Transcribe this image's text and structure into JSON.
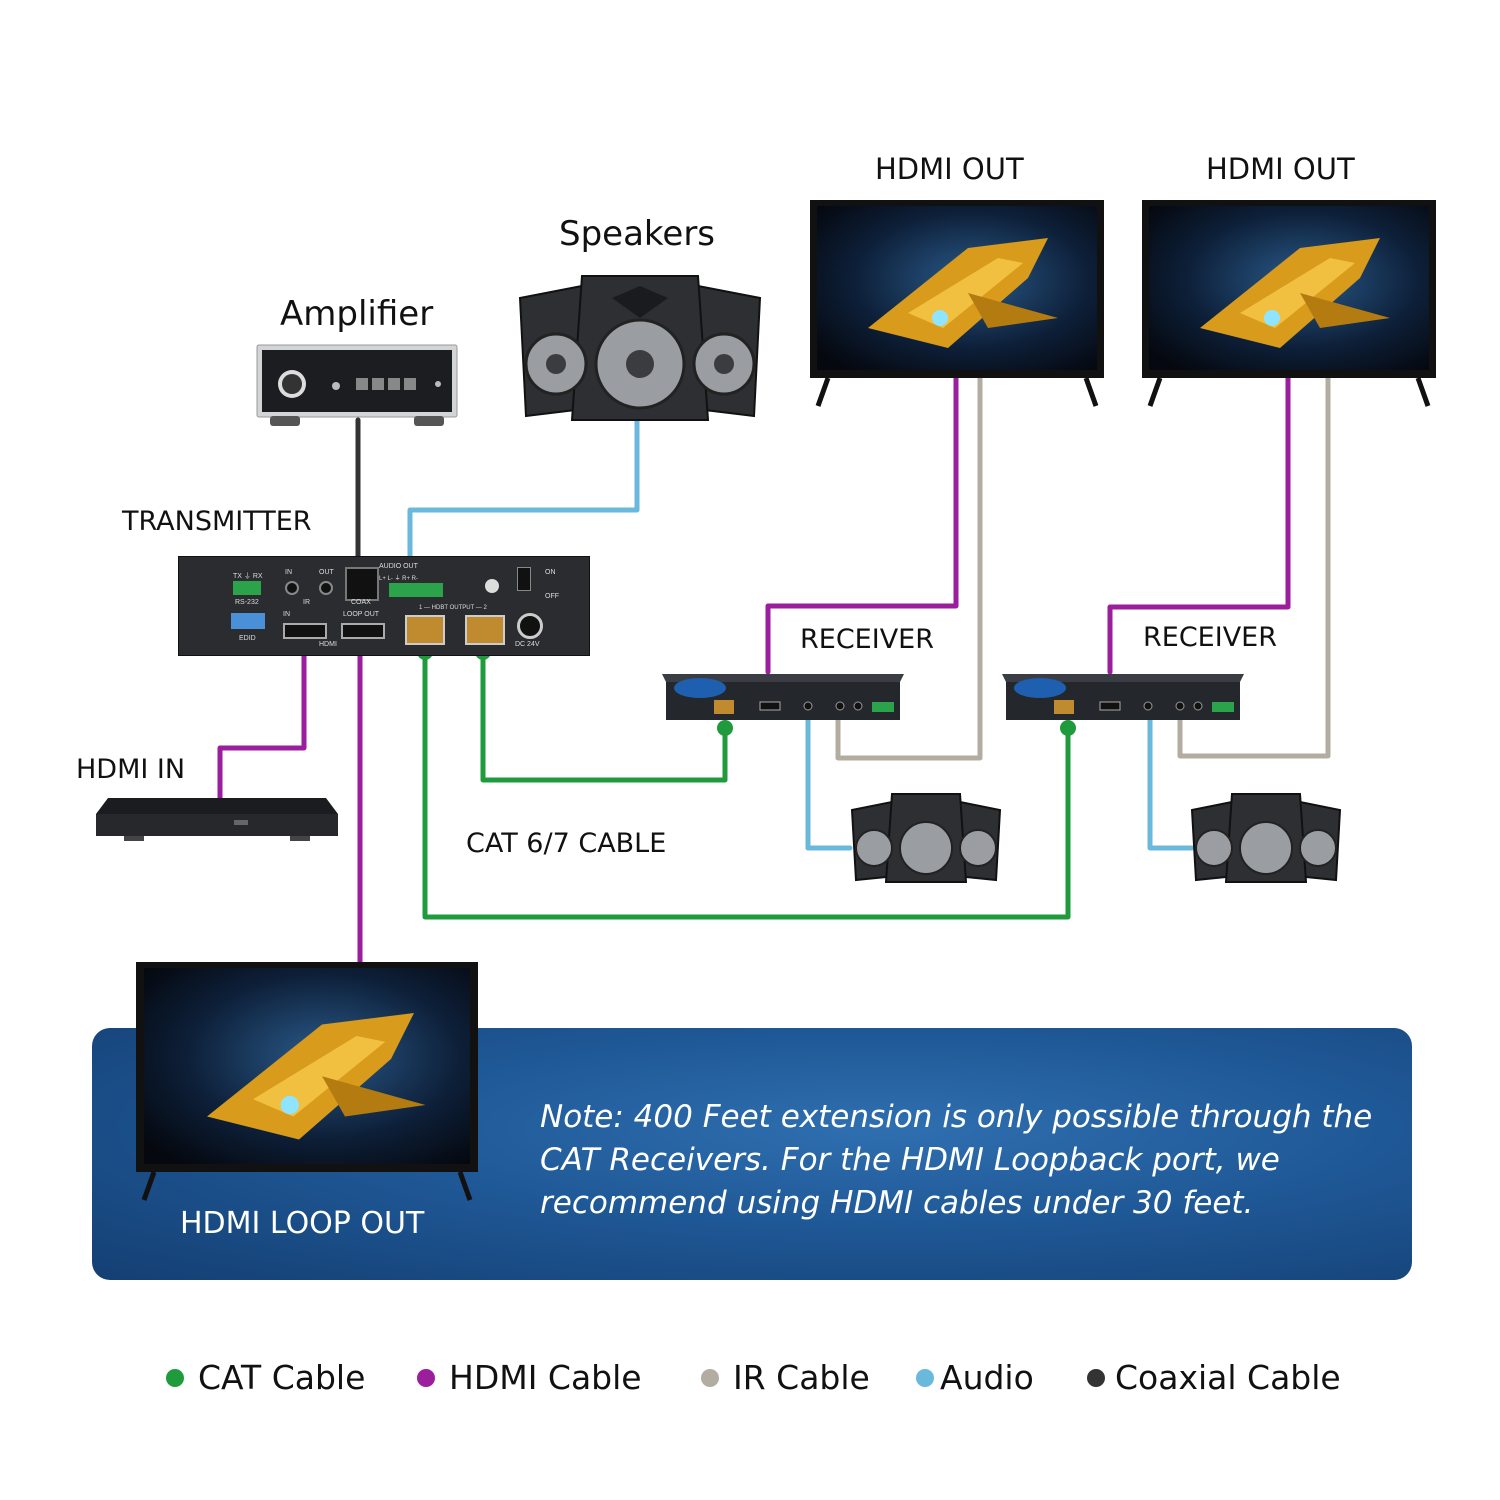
{
  "labels": {
    "hdmi_out_1": "HDMI OUT",
    "hdmi_out_2": "HDMI OUT",
    "speakers": "Speakers",
    "amplifier": "Amplifier",
    "transmitter": "TRANSMITTER",
    "receiver_1": "RECEIVER",
    "receiver_2": "RECEIVER",
    "hdmi_in": "HDMI IN",
    "cat_cable": "CAT 6/7 CABLE",
    "hdmi_loop_out": "HDMI LOOP OUT"
  },
  "transmitter_panel": {
    "rs232": "RS-232",
    "tx_rx": "TX ⏚ RX",
    "edid": "EDID",
    "ir": "IR",
    "ir_in": "IN",
    "ir_out": "OUT",
    "coax": "COAX",
    "audio_out": "AUDIO OUT",
    "audio_pins": "L+ L- ⏚ R+ R-",
    "hdmi": "HDMI",
    "hdmi_in": "IN",
    "loop_out": "LOOP OUT",
    "hdbt_output": "1 — HDBT OUTPUT — 2",
    "dc": "DC 24V",
    "on": "ON",
    "off": "OFF"
  },
  "note": "Note: 400 Feet extension is only possible through the CAT Receivers. For the HDMI Loopback port, we recommend using HDMI cables under 30 feet.",
  "legend": [
    {
      "label": "CAT Cable",
      "color": "#1f9a3c"
    },
    {
      "label": "HDMI Cable",
      "color": "#9b1e9d"
    },
    {
      "label": "IR Cable",
      "color": "#b3ada1"
    },
    {
      "label": "Audio",
      "color": "#6ab8dc"
    },
    {
      "label": "Coaxial Cable",
      "color": "#333333"
    }
  ],
  "colors": {
    "cat": "#1f9a3c",
    "hdmi": "#9b1e9d",
    "ir": "#b3ada1",
    "audio": "#6ab8dc",
    "coax": "#333333",
    "device_dark": "#2a2c30",
    "receiver_blue": "#1e5fb0"
  }
}
